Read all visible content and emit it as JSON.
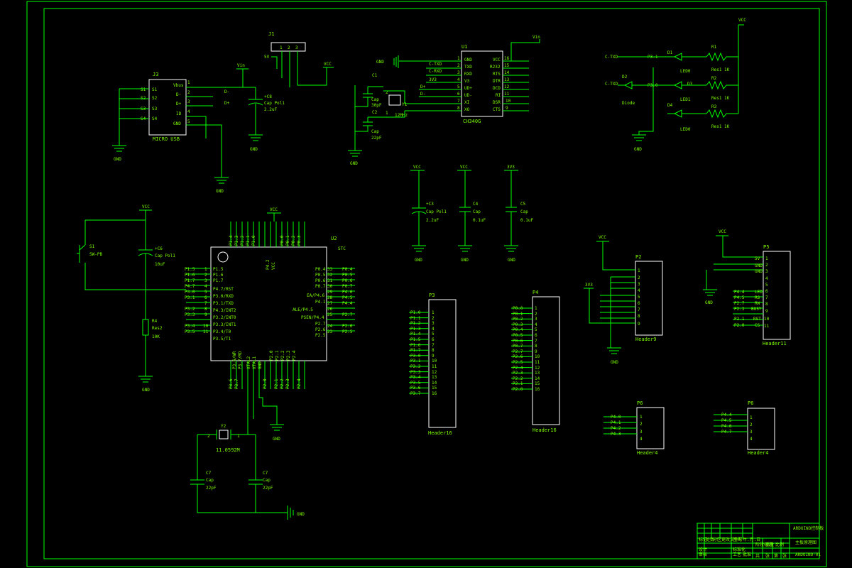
{
  "colors": {
    "background": "#000000",
    "wire": "#00ff00",
    "text": "#7CFC00"
  },
  "usb": {
    "ref": "J3",
    "name": "MICRO USB",
    "left_pins": [
      "S1",
      "S2",
      "S3",
      "S4"
    ],
    "right_pins": [
      "Vbus",
      "D-",
      "D+",
      "ID",
      "GND"
    ],
    "pin_nums": [
      "1",
      "2",
      "3",
      "4",
      "5"
    ],
    "net_dminus": "D-",
    "net_dplus": "D+"
  },
  "switch_j1": {
    "ref": "J1",
    "net": "5V",
    "pins": [
      "1",
      "2",
      "3"
    ]
  },
  "cap_vin": {
    "value": "+C8",
    "type": "Cap Pol1",
    "rating": "2.2uF"
  },
  "nets": {
    "vin": "Vin",
    "vcc": "VCC",
    "gnd": "GND",
    "v3": "3V3"
  },
  "ch340": {
    "ref": "U1",
    "name": "CH340G",
    "left_pins": [
      "GND",
      "TXD",
      "RXD",
      "V3",
      "UD+",
      "UD-",
      "XI",
      "XO"
    ],
    "right_pins": [
      "VCC",
      "R232",
      "RTS",
      "DTR",
      "DCD",
      "RI",
      "DSR",
      "CTS"
    ],
    "left_nets": [
      "C-TXD",
      "C-RXD",
      "3V3",
      "D+",
      "D-"
    ],
    "left_nums": [
      "1",
      "2",
      "3",
      "4",
      "5",
      "6",
      "7",
      "8"
    ],
    "right_nums": [
      "16",
      "15",
      "14",
      "13",
      "12",
      "11",
      "10",
      "9"
    ]
  },
  "crystal_y1": {
    "ref": "Y1",
    "freq": "12MHz",
    "pin_a": "2",
    "pin_b": "1"
  },
  "cap_c1": {
    "ref": "C1",
    "type": "Cap",
    "value": "30pF"
  },
  "cap_c2": {
    "ref": "C2",
    "type": "Cap",
    "value": "22pF"
  },
  "leds": {
    "net_txd": "C-TXD",
    "net_rxd": "C-TXD",
    "d1": "D1",
    "d2": "D2",
    "d3": "D3",
    "d4": "D4",
    "p31": "P3.1",
    "p30": "P3.0",
    "led0": "LED0",
    "led1": "LED1",
    "led2": "LED0",
    "diode": "Diode",
    "r1": "R1",
    "r2": "R2",
    "r3": "R3",
    "res": "Res1 1K"
  },
  "caps_mid": {
    "c3": {
      "ref": "+C3",
      "type": "Cap Pol1",
      "value": "2.2uF"
    },
    "c4": {
      "ref": "C4",
      "type": "Cap",
      "value": "0.1uF"
    },
    "c5": {
      "ref": "C5",
      "type": "Cap",
      "value": "0.1uF"
    }
  },
  "reset": {
    "ref": "S1",
    "name": "SW-PB",
    "cap_ref": "+C6",
    "cap_type": "Cap Pol1",
    "cap_value": "10uF",
    "res_ref": "R4",
    "res_type": "Res2",
    "res_value": "10K"
  },
  "mcu": {
    "ref": "U2",
    "name": "STC",
    "left_nets": [
      "P1.5",
      "P1.6",
      "P1.7",
      "P4.7",
      "P3.0",
      "P3.1",
      "P3.2",
      "P3.3",
      "P3.4",
      "P3.5"
    ],
    "left_funcs": [
      "P1.5",
      "P1.6",
      "P1.7",
      "P4.7/RST",
      "P3.0/RXD",
      "P3.1/TXD",
      "P4.3/INT2",
      "P3.2/INT0",
      "P3.3/INT1",
      "P3.4/T0",
      "P3.5/T1"
    ],
    "left_nums": [
      "1",
      "2",
      "3",
      "4",
      "5",
      "6",
      "7",
      "8",
      "9",
      "10",
      "11"
    ],
    "right_nets": [
      "P0.4",
      "P0.5",
      "P0.6",
      "P0.7",
      "P4.6",
      "P4.5",
      "P4.4",
      "P2.7",
      "P2.6",
      "P2.5"
    ],
    "right_funcs": [
      "P0.4",
      "P0.5",
      "P0.6",
      "P0.7",
      "EA/P4.6",
      "P4.1",
      "ALE/P4.5",
      "PSEN/P4.4",
      "P2.7",
      "P2.6",
      "P2.5"
    ],
    "right_nums": [
      "33",
      "32",
      "31",
      "30",
      "29",
      "28",
      "27",
      "26",
      "25",
      "24",
      "23"
    ],
    "top_funcs": [
      "P1.4",
      "P1.3",
      "P1.2",
      "P1.1",
      "P1.0",
      "P4.2",
      "VCC",
      "P0.0",
      "P0.1",
      "P0.2",
      "P0.3"
    ],
    "bottom_funcs": [
      "P3.6/WR",
      "P3.7/RD",
      "XTAL2",
      "XTAL1",
      "GND",
      "P2.0",
      "P2.1",
      "P2.2",
      "P2.3",
      "P2.4"
    ],
    "bottom_nets": [
      "P3.6",
      "P3.7",
      "P2.0",
      "P2.1",
      "P2.2",
      "P2.3",
      "P2.4"
    ]
  },
  "crystal_y2": {
    "ref": "Y2",
    "freq": "11.0592M",
    "pin_a": "2",
    "pin_b": "1"
  },
  "cap_c7a": {
    "ref": "C7",
    "type": "Cap",
    "value": "22pF"
  },
  "cap_c7b": {
    "ref": "C7",
    "type": "Cap",
    "value": "22pF"
  },
  "header_p3": {
    "ref": "P3",
    "name": "Header16",
    "nets": [
      "P1.0",
      "P1.1",
      "P1.2",
      "P1.3",
      "P1.4",
      "P1.5",
      "P1.6",
      "P1.7",
      "P3.0",
      "P3.1",
      "P3.2",
      "P3.3",
      "P3.4",
      "P3.5",
      "P3.6",
      "P3.7"
    ],
    "nums": [
      "1",
      "2",
      "3",
      "4",
      "5",
      "6",
      "7",
      "8",
      "9",
      "10",
      "11",
      "12",
      "13",
      "14",
      "15",
      "16"
    ]
  },
  "header_p4": {
    "ref": "P4",
    "name": "Header16",
    "nets": [
      "P0.0",
      "P0.1",
      "P0.2",
      "P0.3",
      "P0.4",
      "P0.5",
      "P0.6",
      "P0.7",
      "P2.7",
      "P2.6",
      "P2.5",
      "P2.4",
      "P2.3",
      "P2.2",
      "P2.1",
      "P2.0"
    ],
    "nums": [
      "1",
      "2",
      "3",
      "4",
      "5",
      "6",
      "7",
      "8",
      "9",
      "10",
      "11",
      "12",
      "13",
      "14",
      "15",
      "16"
    ]
  },
  "header_p2": {
    "ref": "P2",
    "name": "Header9",
    "net_top": "VCC",
    "net_side": "3V3",
    "nums": [
      "1",
      "2",
      "3",
      "4",
      "5",
      "6",
      "7",
      "8",
      "9"
    ]
  },
  "header_p5": {
    "ref": "P5",
    "name": "Header11",
    "net_top": "VCC",
    "nets": [
      "5V",
      "GND",
      "GND",
      "P4.4",
      "P4.5",
      "P2.7",
      "P2.3",
      "P2.1",
      "P2.0"
    ],
    "funcs": [
      "5V",
      "GND",
      "GND",
      "LED",
      "RS",
      "RW",
      "BUSY",
      "RST",
      "CS"
    ],
    "nums": [
      "1",
      "2",
      "3",
      "4",
      "5",
      "6",
      "7",
      "8",
      "9",
      "10",
      "11"
    ]
  },
  "header_p6": {
    "ref": "P6",
    "name": "Header4",
    "nets": [
      "P4.0",
      "P4.1",
      "P4.2",
      "P4.3"
    ],
    "nums": [
      "1",
      "2",
      "3",
      "4"
    ]
  },
  "header_p7": {
    "ref": "P6",
    "name": "Header4",
    "nets": [
      "P4.4",
      "P4.5",
      "P4.6",
      "P4.7"
    ],
    "nums": [
      "1",
      "2",
      "3",
      "4"
    ]
  },
  "title_block": {
    "title": "ARDUINO控制板",
    "subtitle": "主板原理图",
    "code": "ARDUINO-01",
    "cells": [
      "标记",
      "处数",
      "分区",
      "更改文件号",
      "签名",
      "年.月.日",
      "设计",
      "标准化",
      "阶段标记",
      "重量",
      "比例",
      "审核",
      "工艺",
      "批准",
      "共",
      "张",
      "第",
      "张"
    ]
  }
}
